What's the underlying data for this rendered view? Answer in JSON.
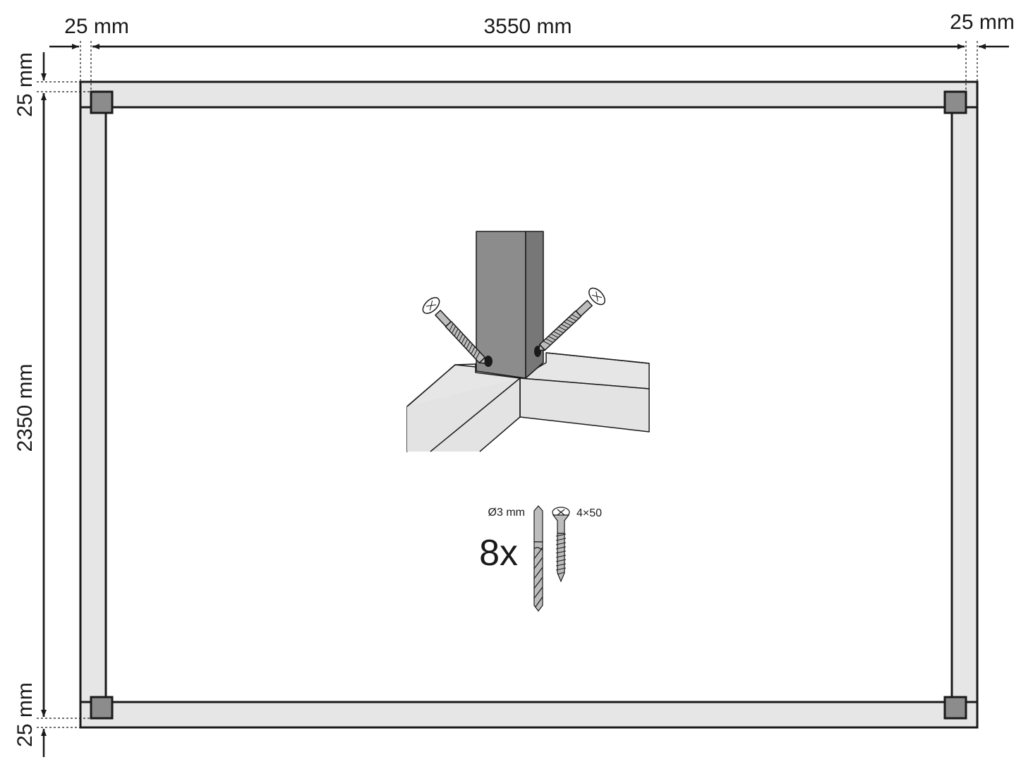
{
  "dimensions": {
    "left_margin": "25 mm",
    "length": "3550 mm",
    "right_margin": "25 mm",
    "top_margin": "25 mm",
    "width": "2350 mm",
    "bottom_margin": "25 mm"
  },
  "hardware": {
    "drill_size": "Ø3 mm",
    "screw_size": "4×50",
    "quantity": "8x"
  },
  "colors": {
    "line": "#1a1a1a",
    "frame_fill": "#e6e6e6",
    "post_fill": "#8c8c8c",
    "beam_fill": "#e3e3e3",
    "screw_fill": "#bdbdbd"
  }
}
